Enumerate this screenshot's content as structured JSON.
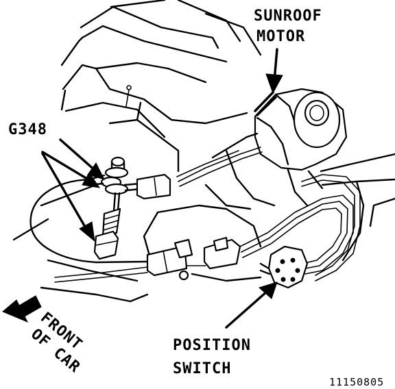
{
  "labels": {
    "motor_line1": "SUNROOF",
    "motor_line2": "MOTOR",
    "ground": "G348",
    "switch_line1": "POSITION",
    "switch_line2": "SWITCH",
    "front_line1": "FRONT",
    "front_line2": "OF CAR",
    "figure_number": "11150805"
  },
  "colors": {
    "ink": "#000000",
    "paper": "#ffffff"
  },
  "icons": {
    "front_indicator": "arrow-left-icon"
  }
}
